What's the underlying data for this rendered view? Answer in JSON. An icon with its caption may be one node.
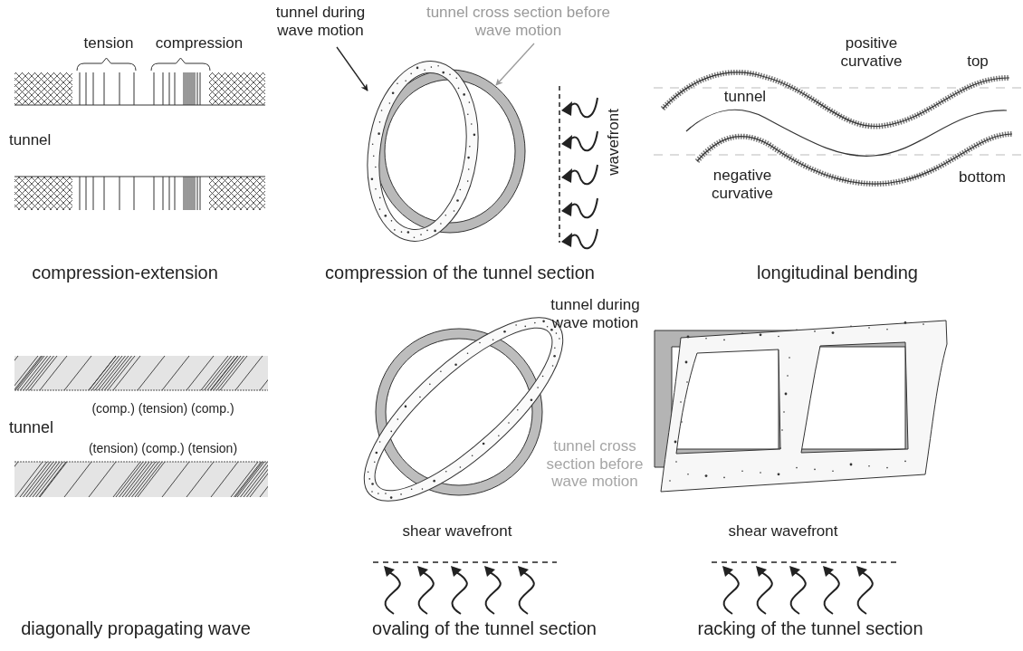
{
  "diagram": {
    "nodes": [
      {
        "text": [
          "tunnel during wave motion"
        ]
      },
      {
        "text": [],
        "shape": "ring"
      },
      {
        "text": [
          "tunnel cross section before wave motion"
        ]
      },
      {
        "text": [],
        "shape": "ring"
      }
    ],
    "edges": [
      {
        "from": 0,
        "to": 1,
        "arrow": "to"
      },
      {
        "from": 2,
        "to": 3,
        "arrow": "to",
        "color": "#9a9a9a"
      }
    ],
    "labels": [
      "tension",
      "compression",
      "tunnel",
      "wavefront",
      "positive curvative",
      "top",
      "tunnel",
      "negative curvative",
      "bottom",
      "compression-extension",
      "compression of the tunnel section",
      "longitudinal bending",
      "tunnel during wave motion",
      "(comp.) (tension) (comp.)",
      "tunnel",
      "(tension) (comp.) (tension)",
      "tunnel cross section before wave motion",
      "shear wavefront",
      "shear wavefront",
      "diagonally propagating wave",
      "ovaling of the tunnel section",
      "racking of the tunnel section"
    ]
  }
}
